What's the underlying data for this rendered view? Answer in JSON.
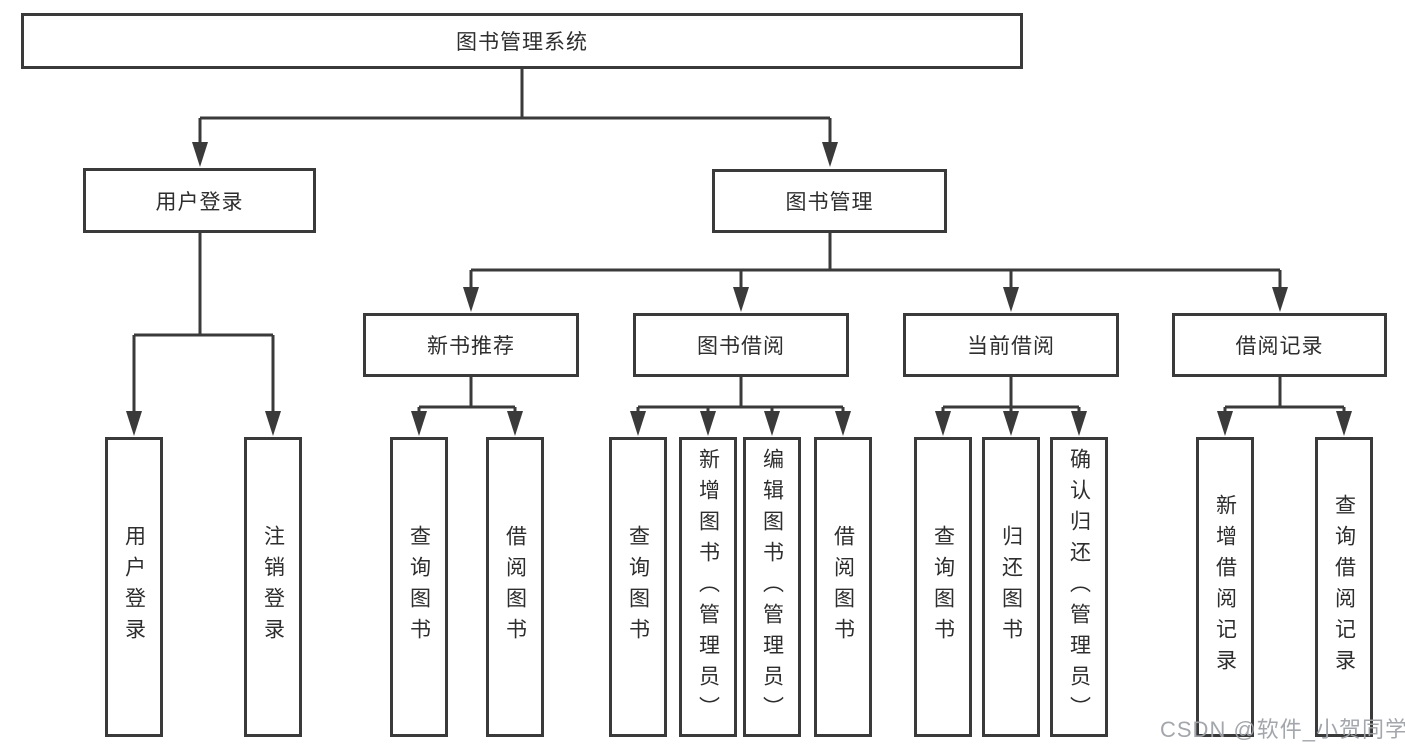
{
  "colors": {
    "line": "#3a3a3a",
    "box_border": "#3a3a3a",
    "box_background": "#ffffff",
    "text": "#2e2e2e",
    "watermark": "#9ea2a8"
  },
  "diagram": {
    "root": {
      "label": "图书管理系统"
    },
    "level2": [
      {
        "label": "用户登录"
      },
      {
        "label": "图书管理"
      }
    ],
    "level3": [
      {
        "label": "新书推荐"
      },
      {
        "label": "图书借阅"
      },
      {
        "label": "当前借阅"
      },
      {
        "label": "借阅记录"
      }
    ],
    "leaves": {
      "user_login": [
        {
          "label": "用户登录"
        },
        {
          "label": "注销登录"
        }
      ],
      "new_books": [
        {
          "label": "查询图书"
        },
        {
          "label": "借阅图书"
        }
      ],
      "book_borrowing": [
        {
          "label": "查询图书"
        },
        {
          "label": "新增图书（管理员）"
        },
        {
          "label": "编辑图书（管理员）"
        },
        {
          "label": "借阅图书"
        }
      ],
      "current_borrowing": [
        {
          "label": "查询图书"
        },
        {
          "label": "归还图书"
        },
        {
          "label": "确认归还（管理员）"
        }
      ],
      "borrowing_records": [
        {
          "label": "新增借阅记录"
        },
        {
          "label": "查询借阅记录"
        }
      ]
    }
  },
  "watermark": {
    "text": "CSDN @软件_小贺同学"
  }
}
